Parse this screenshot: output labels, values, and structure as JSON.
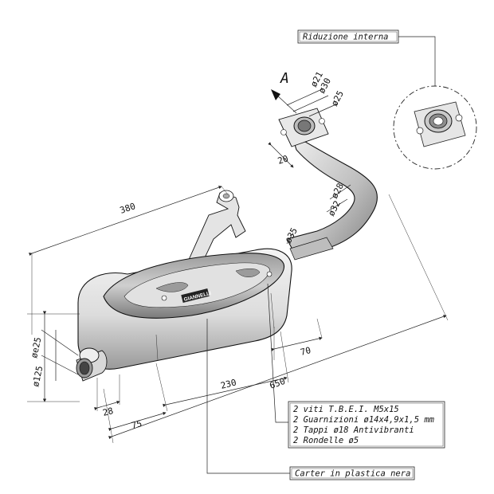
{
  "callout_top": "Riduzione interna",
  "view_letter": "A",
  "diameters": {
    "d21": "ø21",
    "d30": "ø30",
    "d25": "ø25",
    "d28": "ø28",
    "d32": "ø32",
    "d35": "ø35",
    "d25_outlet": "øe25",
    "d125": "ø125"
  },
  "dimensions": {
    "d380": "380",
    "d20": "20",
    "d70": "70",
    "d230": "230",
    "d650": "650",
    "d28": "28",
    "d75": "75"
  },
  "brand_badge": "GIANNELLI",
  "parts_list": [
    "2 viti T.B.E.I. M5x15",
    "2 Guarnizioni ø14x4,9x1,5 mm",
    "2 Tappi ø18 Antivibranti",
    "2 Rondelle ø5"
  ],
  "callout_bottom": "Carter in plastica nera"
}
